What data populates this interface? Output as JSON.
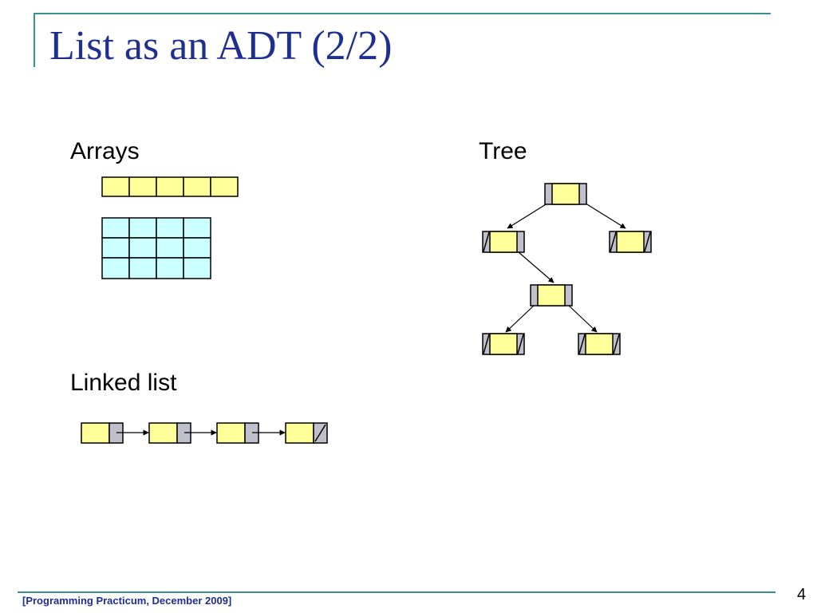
{
  "slide": {
    "title": "List as an ADT (2/2)",
    "sections": {
      "arrays": "Arrays",
      "tree": "Tree",
      "linked_list": "Linked list"
    },
    "footer": "[Programming Practicum, December 2009]",
    "page_number": "4"
  },
  "colors": {
    "title": "#1f2f8f",
    "rules": "#3b8f93",
    "array_cell_fill": "#ffff99",
    "matrix_cell_fill": "#ccffff",
    "node_data_fill": "#ffff99",
    "node_pointer_fill": "#c0c0cc",
    "outline": "#000000"
  }
}
